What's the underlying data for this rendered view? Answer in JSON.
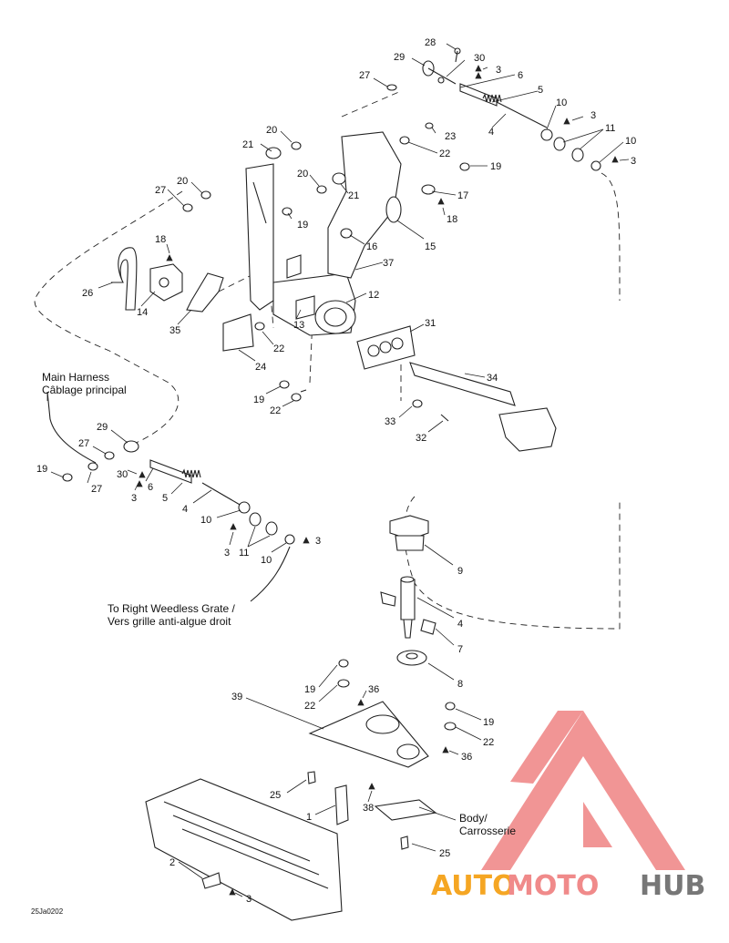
{
  "diagram": {
    "code": "25Ja0202",
    "notes": {
      "main_harness_en": "Main Harness",
      "main_harness_fr": "Câblage principal",
      "weedless_en": "To Right Weedless Grate /",
      "weedless_fr": "Vers grille anti-algue droit",
      "body_en": "Body/",
      "body_fr": "Carrosserie"
    },
    "callouts": {
      "c_28": "28",
      "c_29a": "29",
      "c_30a": "30",
      "c_3a": "3",
      "c_27a": "27",
      "c_6a": "6",
      "c_5a": "5",
      "c_10a": "10",
      "c_3b": "3",
      "c_4a": "4",
      "c_11a": "11",
      "c_10b": "10",
      "c_3c": "3",
      "c_20a": "20",
      "c_23": "23",
      "c_21a": "21",
      "c_22a": "22",
      "c_19a": "19",
      "c_20b": "20",
      "c_21b": "21",
      "c_17": "17",
      "c_20c": "20",
      "c_27b": "27",
      "c_18a": "18",
      "c_19b": "19",
      "c_16": "16",
      "c_15": "15",
      "c_18b": "18",
      "c_37": "37",
      "c_26": "26",
      "c_14": "14",
      "c_12": "12",
      "c_35": "35",
      "c_13": "13",
      "c_31": "31",
      "c_22b": "22",
      "c_24": "24",
      "c_34": "34",
      "c_19c": "19",
      "c_22c": "22",
      "c_33": "33",
      "c_32": "32",
      "c_29b": "29",
      "c_27c": "27",
      "c_19d": "19",
      "c_30b": "30",
      "c_27d": "27",
      "c_6b": "6",
      "c_3d": "3",
      "c_5b": "5",
      "c_4b": "4",
      "c_10c": "10",
      "c_3e": "3",
      "c_11b": "11",
      "c_10d": "10",
      "c_3f": "3",
      "c_9": "9",
      "c_4c": "4",
      "c_7": "7",
      "c_8": "8",
      "c_39": "39",
      "c_19e": "19",
      "c_36a": "36",
      "c_22d": "22",
      "c_19f": "19",
      "c_22e": "22",
      "c_36b": "36",
      "c_25a": "25",
      "c_38": "38",
      "c_1": "1",
      "c_25b": "25",
      "c_2": "2",
      "c_3g": "3"
    }
  },
  "watermark": {
    "text_auto": "AUTO",
    "text_moto": "MOTO",
    "text_hub": "HUB",
    "color_red": "#f08a8a",
    "color_orange": "#f5a623",
    "color_gray": "#777777"
  }
}
